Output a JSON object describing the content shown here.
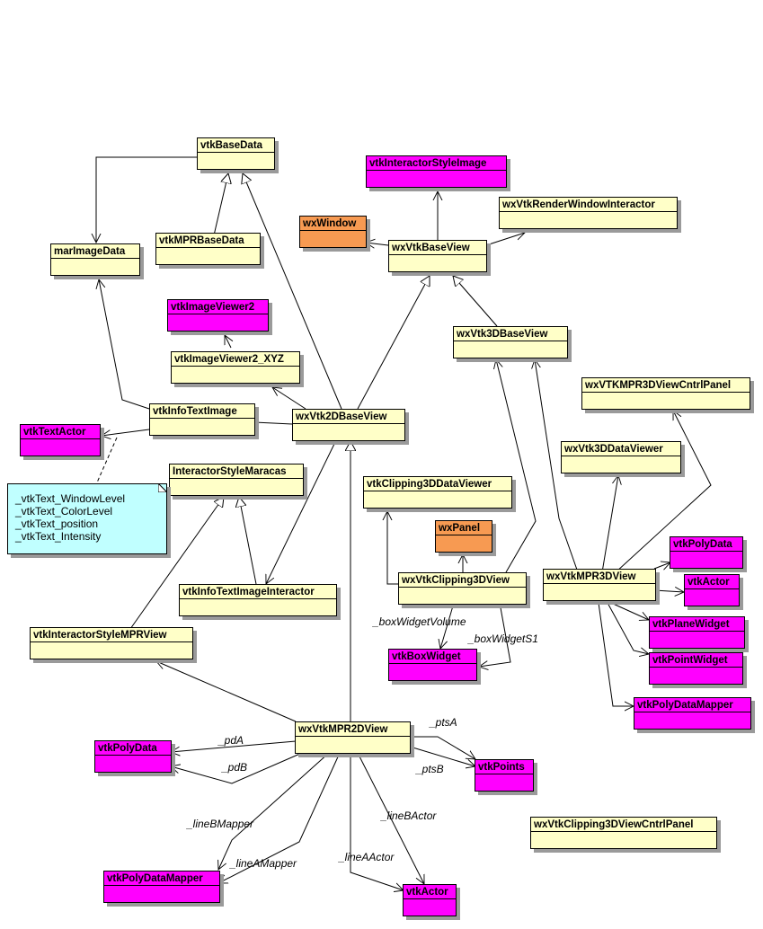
{
  "classes": {
    "vtkBaseData": "vtkBaseData",
    "vtkInteractorStyleImage": "vtkInteractorStyleImage",
    "wxVtkRenderWindowInteractor": "wxVtkRenderWindowInteractor",
    "wxWindow": "wxWindow",
    "wxVtkBaseView": "wxVtkBaseView",
    "marImageData": "marImageData",
    "vtkMPRBaseData": "vtkMPRBaseData",
    "vtkImageViewer2": "vtkImageViewer2",
    "wxVtk3DBaseView": "wxVtk3DBaseView",
    "vtkImageViewer2_XYZ": "vtkImageViewer2_XYZ",
    "wxVTKMPR3DViewCntrlPanel": "wxVTKMPR3DViewCntrlPanel",
    "vtkInfoTextImage": "vtkInfoTextImage",
    "wxVtk2DBaseView": "wxVtk2DBaseView",
    "vtkTextActor": "vtkTextActor",
    "wxVtk3DDataViewer": "wxVtk3DDataViewer",
    "InteractorStyleMaracas": "InteractorStyleMaracas",
    "vtkClipping3DDataViewer": "vtkClipping3DDataViewer",
    "wxPanel": "wxPanel",
    "vtkPolyData_right": "vtkPolyData",
    "wxVtkClipping3DView": "wxVtkClipping3DView",
    "wxVtkMPR3DView": "wxVtkMPR3DView",
    "vtkActor_right": "vtkActor",
    "vtkInfoTextImageInteractor": "vtkInfoTextImageInteractor",
    "vtkPlaneWidget": "vtkPlaneWidget",
    "vtkInteractorStyleMPRView": "vtkInteractorStyleMPRView",
    "vtkBoxWidget": "vtkBoxWidget",
    "vtkPointWidget": "vtkPointWidget",
    "vtkPolyDataMapper_right": "vtkPolyDataMapper",
    "wxVtkMPR2DView": "wxVtkMPR2DView",
    "vtkPolyData_left": "vtkPolyData",
    "vtkPoints": "vtkPoints",
    "wxVtkClipping3DViewCntrlPanel": "wxVtkClipping3DViewCntrlPanel",
    "vtkPolyDataMapper_left": "vtkPolyDataMapper",
    "vtkActor_bottom": "vtkActor"
  },
  "note": {
    "lines": [
      "_vtkText_WindowLevel",
      "_vtkText_ColorLevel",
      "_vtkText_position",
      "_vtkText_Intensity"
    ]
  },
  "roles": {
    "boxWidgetVolume": "_boxWidgetVolume",
    "boxWidgetS1": "_boxWidgetS1",
    "ptsA": "_ptsA",
    "ptsB": "_ptsB",
    "pdA": "_pdA",
    "pdB": "_pdB",
    "lineBMapper": "_lineBMapper",
    "lineAMapper": "_lineAMapper",
    "lineBActor": "_lineBActor",
    "lineAActor": "_lineAActor"
  },
  "colors": {
    "class_fill": "#ffffc8",
    "vtk_class_fill": "#ff00ff",
    "wx_class_fill": "#f79a52",
    "note_fill": "#c0ffff",
    "shadow": "#9a9a9a"
  }
}
